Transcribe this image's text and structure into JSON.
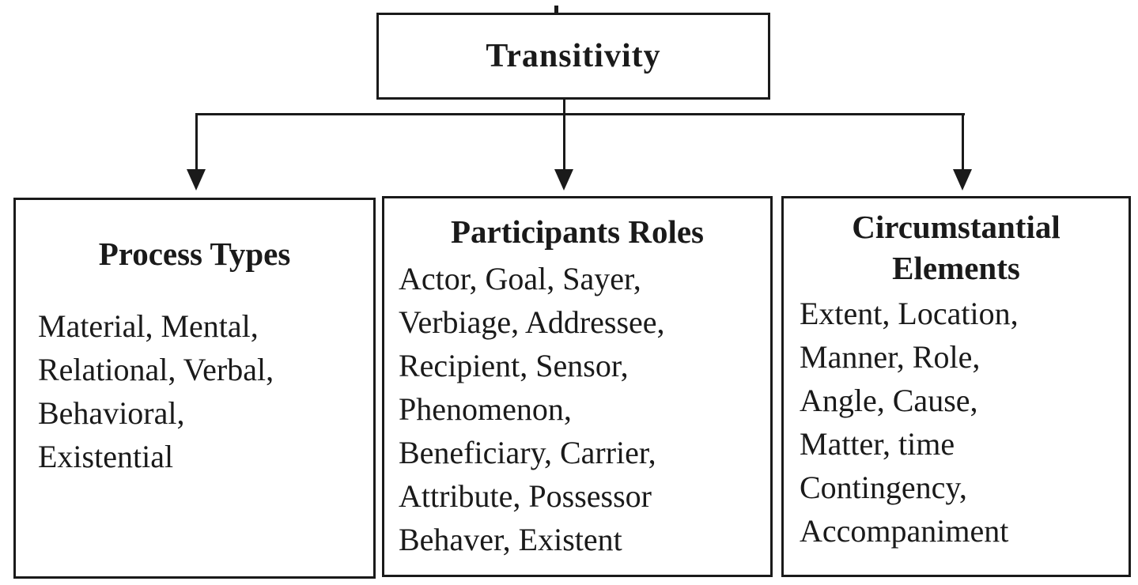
{
  "diagram": {
    "root": {
      "label": "Transitivity"
    },
    "branches": [
      {
        "title": "Process Types",
        "lines": [
          "Material, Mental,",
          "Relational, Verbal,",
          "Behavioral,",
          "Existential"
        ]
      },
      {
        "title": "Participants Roles",
        "lines": [
          "Actor, Goal, Sayer,",
          "Verbiage, Addressee,",
          "Recipient, Sensor,",
          "Phenomenon,",
          "Beneficiary, Carrier,",
          "Attribute, Possessor",
          "Behaver, Existent"
        ]
      },
      {
        "title": "Circumstantial Elements",
        "lines": [
          "Extent, Location,",
          "Manner, Role,",
          "Angle, Cause,",
          "Matter, time",
          "Contingency,",
          "Accompaniment"
        ]
      }
    ],
    "colors": {
      "text": "#1a1a1a",
      "border": "#1a1a1a",
      "background": "#ffffff"
    }
  }
}
